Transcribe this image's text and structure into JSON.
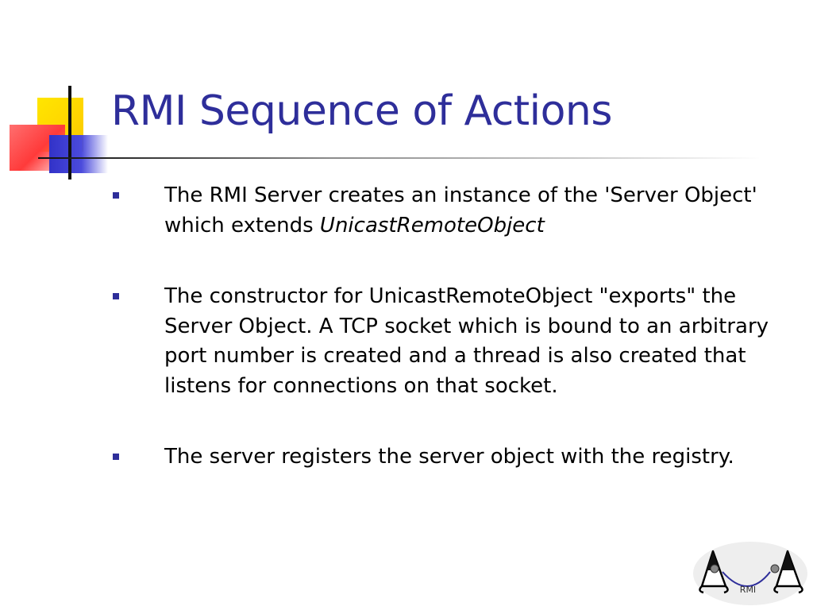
{
  "slide": {
    "title": "RMI Sequence of Actions",
    "bullets": [
      {
        "text": "The RMI Server creates an instance of the 'Server Object' which extends ",
        "italic_text": "UnicastRemoteObject"
      },
      {
        "text": "The constructor for UnicastRemoteObject \"exports\" the Server Object. A TCP socket which is bound to an arbitrary port number is created and a thread is also created that listens for connections on that socket."
      },
      {
        "text": "The server registers the server object with the registry."
      }
    ],
    "logo_label": "RMI"
  },
  "colors": {
    "title": "#2e2e9a",
    "bullet": "#2e2e9a",
    "accent_yellow": "#ffe600",
    "accent_red": "#ff3a3a",
    "accent_blue": "#3232c8"
  },
  "icons": {
    "bullet": "small-square-bullet-icon",
    "logo": "rmi-duke-mascots-logo"
  }
}
